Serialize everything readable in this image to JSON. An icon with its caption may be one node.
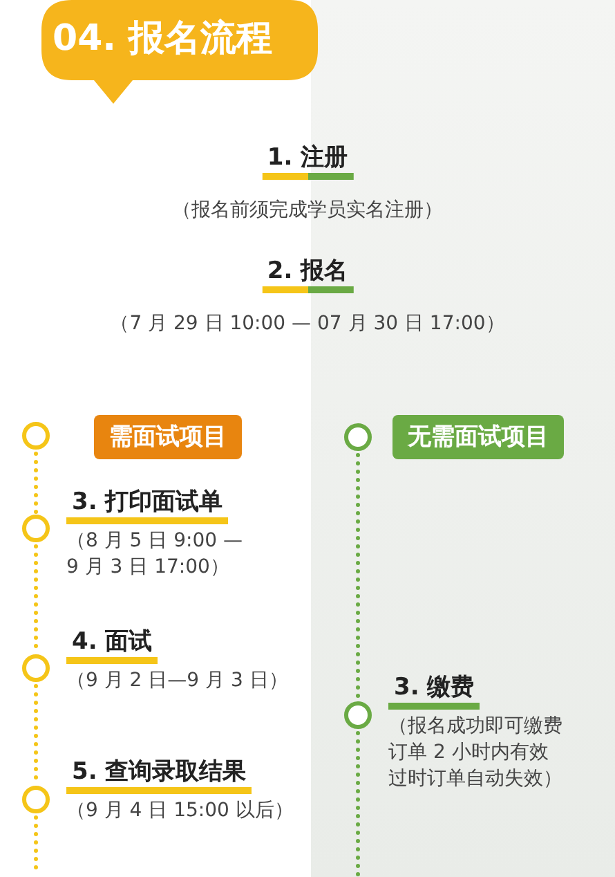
{
  "diagram": {
    "title": "04. 报名流程",
    "nodes": [
      {
        "text": [
          "需面试项目"
        ]
      },
      {
        "text": [
          "无需面试项目"
        ]
      },
      {
        "text": [],
        "shape": "circle"
      },
      {
        "text": [],
        "shape": "circle"
      },
      {
        "text": [],
        "shape": "circle",
        "beside": [
          "3. 打印面试单",
          "（8 月 5 日 9:00 — 9 月 3 日 17:00）"
        ]
      },
      {
        "text": [],
        "shape": "circle",
        "beside": [
          "4. 面试",
          "（9 月 2 日—9 月 3 日）"
        ]
      },
      {
        "text": [],
        "shape": "circle",
        "beside": [
          "3. 缴费",
          "（报名成功即可缴费订单 2 小时内有效过时订单自动失效）"
        ]
      },
      {
        "text": [],
        "shape": "circle",
        "beside": [
          "5. 查询录取结果",
          "（9 月 4 日 15:00 以后）"
        ]
      }
    ],
    "edges": [
      {
        "from": 2,
        "to": 4,
        "arrow": "none"
      },
      {
        "from": 4,
        "to": 5,
        "arrow": "none"
      },
      {
        "from": 5,
        "to": 7,
        "arrow": "none"
      },
      {
        "from": 7,
        "to": null,
        "arrow": "none"
      },
      {
        "from": 3,
        "to": 6,
        "arrow": "none",
        "color": "#6aaa44"
      },
      {
        "from": 6,
        "to": null,
        "arrow": "none",
        "color": "#6aaa44"
      }
    ],
    "labels": [
      "1. 注册",
      "（报名前须完成学员实名注册）",
      "2. 报名",
      "（7 月 29 日 10:00 — 07 月 30 日 17:00）"
    ]
  }
}
